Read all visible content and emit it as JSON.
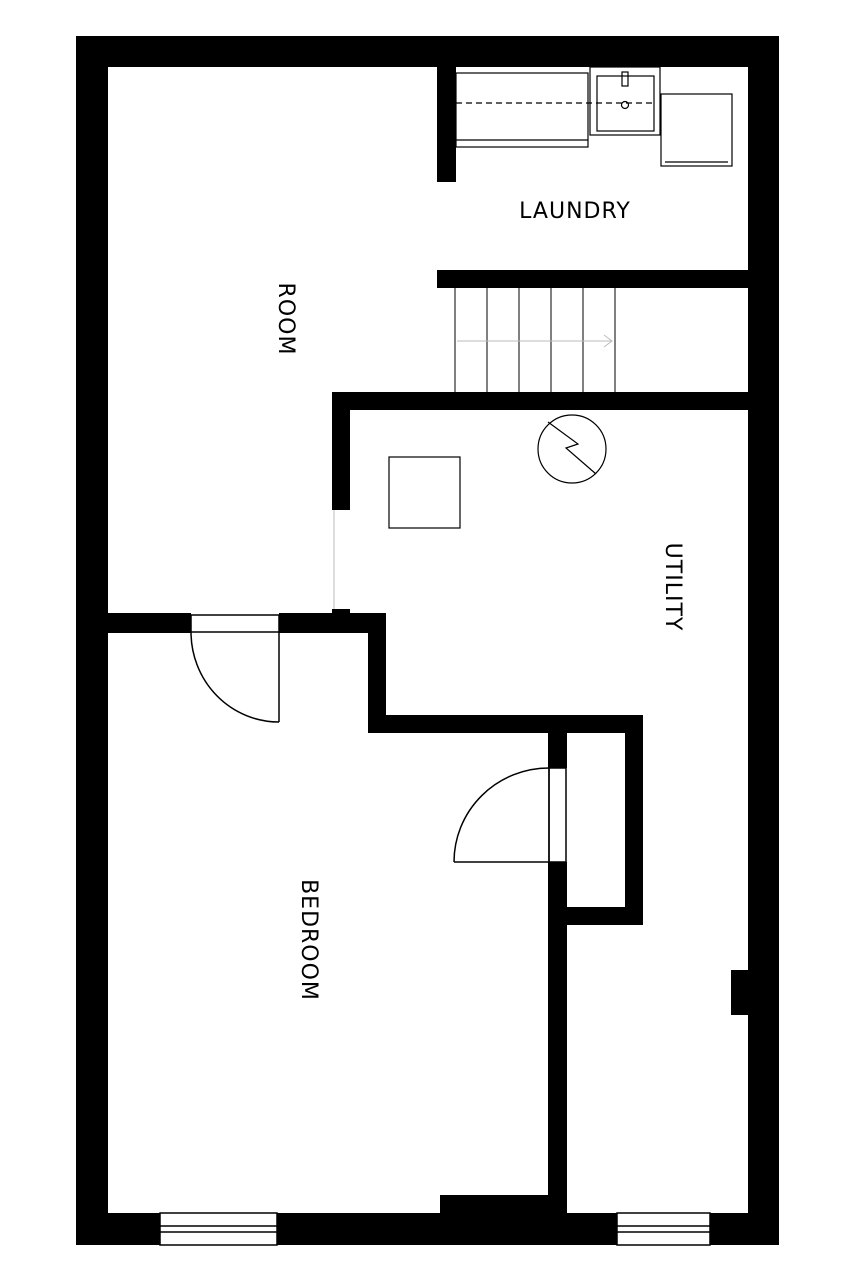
{
  "rooms": {
    "room": "ROOM",
    "laundry": "LAUNDRY",
    "utility": "UTILITY",
    "bedroom": "BEDROOM"
  },
  "colors": {
    "wall": "#000000",
    "background": "#ffffff",
    "fixture": "#000000",
    "stair_arrow": "#bbbbbb"
  },
  "icons": {
    "water_heater": "water-heater-icon",
    "furnace": "furnace-icon",
    "washer": "washer-icon",
    "sink": "sink-icon"
  }
}
